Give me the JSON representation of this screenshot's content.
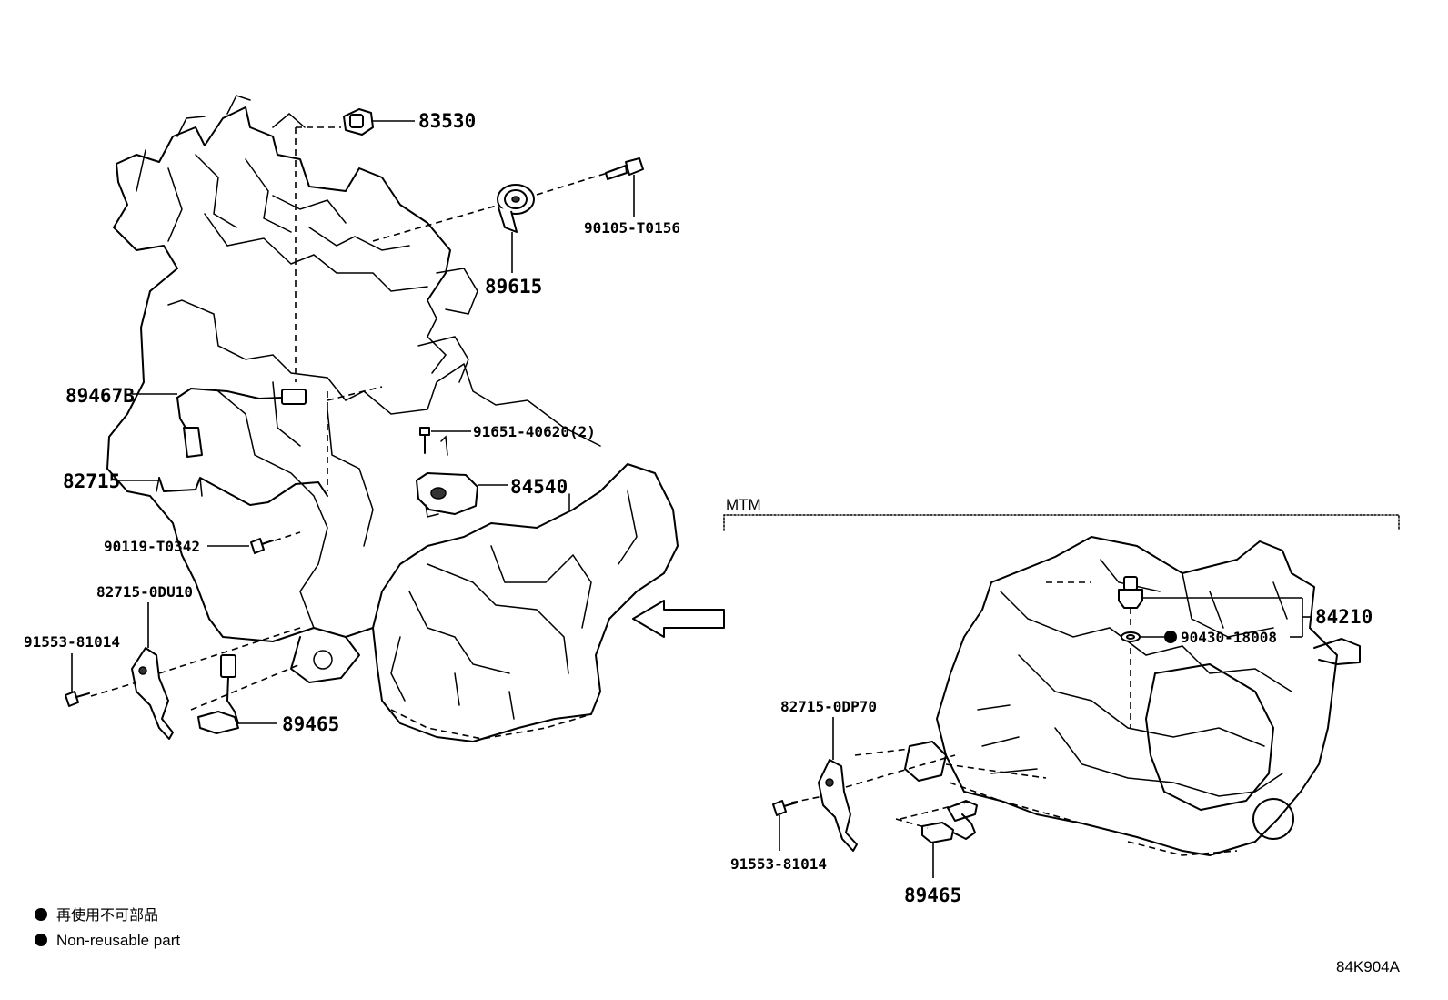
{
  "diagram": {
    "callouts": {
      "p83530": "83530",
      "p90105_t0156": "90105-T0156",
      "p89615": "89615",
      "p89467b": "89467B",
      "p91651_40620": "91651-40620(2)",
      "p82715": "82715",
      "p84540": "84540",
      "p90119_t0342": "90119-T0342",
      "p82715_0du10": "82715-0DU10",
      "p91553_81014_a": "91553-81014",
      "p89465_a": "89465",
      "p84210": "84210",
      "p90430_18008": "90430-18008",
      "p82715_0dp70": "82715-0DP70",
      "p91553_81014_b": "91553-81014",
      "p89465_b": "89465"
    },
    "mtm_label": "MTM",
    "legend": {
      "line1": "再使用不可部品",
      "line2": "Non-reusable part"
    },
    "figure_code": "84K904A"
  }
}
